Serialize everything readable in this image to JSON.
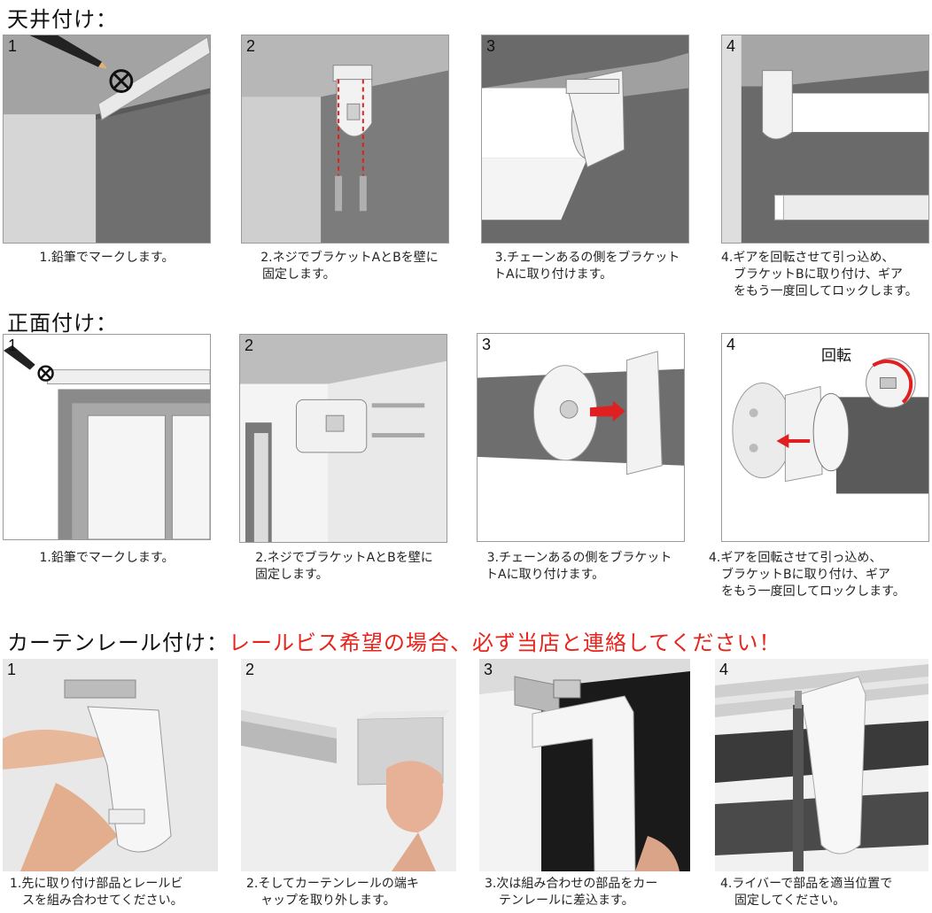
{
  "sections": {
    "ceiling": {
      "title": "天井付け："
    },
    "front": {
      "title": "正面付け："
    },
    "rail": {
      "title": "カーテンレール付け：",
      "warning": "レールビス希望の場合、必ず当店と連絡してください！"
    }
  },
  "steps": {
    "ceiling": [
      {
        "num": "1",
        "line1": "1.鉛筆でマークします。",
        "line2": ""
      },
      {
        "num": "2",
        "line1": "2.ネジでブラケットAとBを壁に",
        "line2": "固定します。"
      },
      {
        "num": "3",
        "line1": "3.チェーンあるの側をブラケット",
        "line2": "トAに取り付けます。"
      },
      {
        "num": "4",
        "line1": "4.ギアを回転させて引っ込め、",
        "line2": "ブラケットBに取り付け、ギア",
        "line3": "をもう一度回してロックします。"
      }
    ],
    "front": [
      {
        "num": "1",
        "line1": "1.鉛筆でマークします。",
        "line2": ""
      },
      {
        "num": "2",
        "line1": "2.ネジでブラケットAとBを壁に",
        "line2": "固定します。"
      },
      {
        "num": "3",
        "line1": "3.チェーンあるの側をブラケット",
        "line2": "トAに取り付けます。"
      },
      {
        "num": "4",
        "line1": "4.ギアを回転させて引っ込め、",
        "line2": "ブラケットBに取り付け、ギア",
        "line3": "をもう一度回してロックします。",
        "label": "回転"
      }
    ],
    "rail": [
      {
        "num": "1",
        "line1": "1.先に取り付け部品とレールビ",
        "line2": "スを組み合わせてください。"
      },
      {
        "num": "2",
        "line1": "2.そしてカーテンレールの端キ",
        "line2": "ャップを取り外します。"
      },
      {
        "num": "3",
        "line1": "3.次は組み合わせの部品をカー",
        "line2": "テンレールに差込ます。"
      },
      {
        "num": "4",
        "line1": "4.ライバーで部品を適当位置で",
        "line2": "固定してください。"
      }
    ]
  },
  "colors": {
    "wall_dark": "#6d6d6d",
    "wall_mid": "#8a8a8a",
    "wall_light": "#d4d4d4",
    "red_arrow": "#e02020",
    "warning": "#e8241c"
  }
}
